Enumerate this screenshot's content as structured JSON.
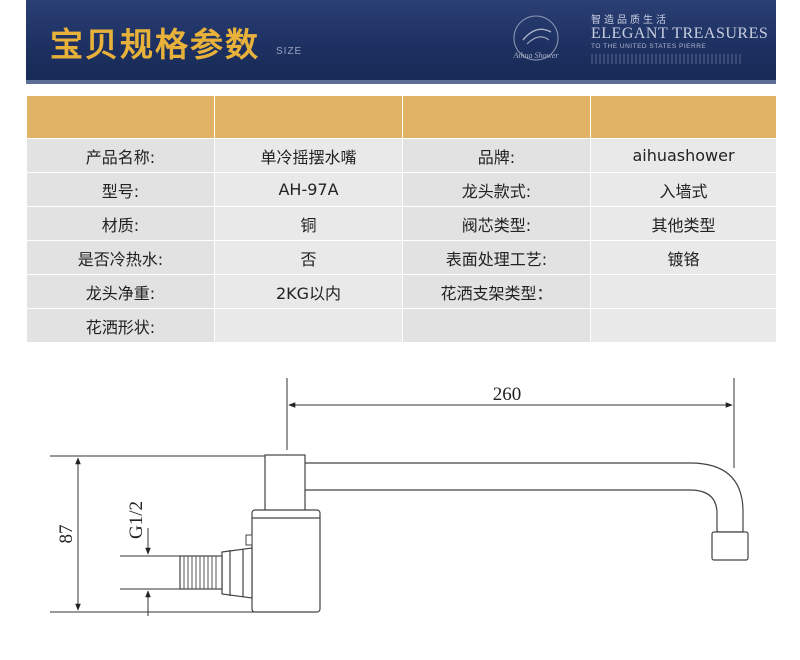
{
  "banner": {
    "title": "宝贝规格参数",
    "subtitle": "SIZE",
    "brand_cn": "智造品质生活",
    "brand_en": "ELEGANT TREASURES",
    "brand_en2": "TO THE UNITED STATES PIERRE",
    "logo_icon": "shower-logo-icon",
    "accent_color": "#e8b23a",
    "bg_color": "#1e3162"
  },
  "table": {
    "header_color": "#e0b265",
    "header": [
      "",
      "",
      "",
      ""
    ],
    "rows": [
      [
        "产品名称:",
        "单冷摇摆水嘴",
        "品牌:",
        "aihuashower"
      ],
      [
        "型号:",
        "AH-97A",
        "龙头款式:",
        "入墙式"
      ],
      [
        "材质:",
        "铜",
        "阀芯类型:",
        "其他类型"
      ],
      [
        "是否冷热水:",
        "否",
        "表面处理工艺:",
        "镀铬"
      ],
      [
        "龙头净重:",
        "2KG以内",
        "花洒支架类型：",
        ""
      ],
      [
        "花洒形状:",
        "",
        "",
        ""
      ]
    ]
  },
  "drawing": {
    "length_label": "260",
    "height_label": "87",
    "thread_label": "G1/2"
  }
}
